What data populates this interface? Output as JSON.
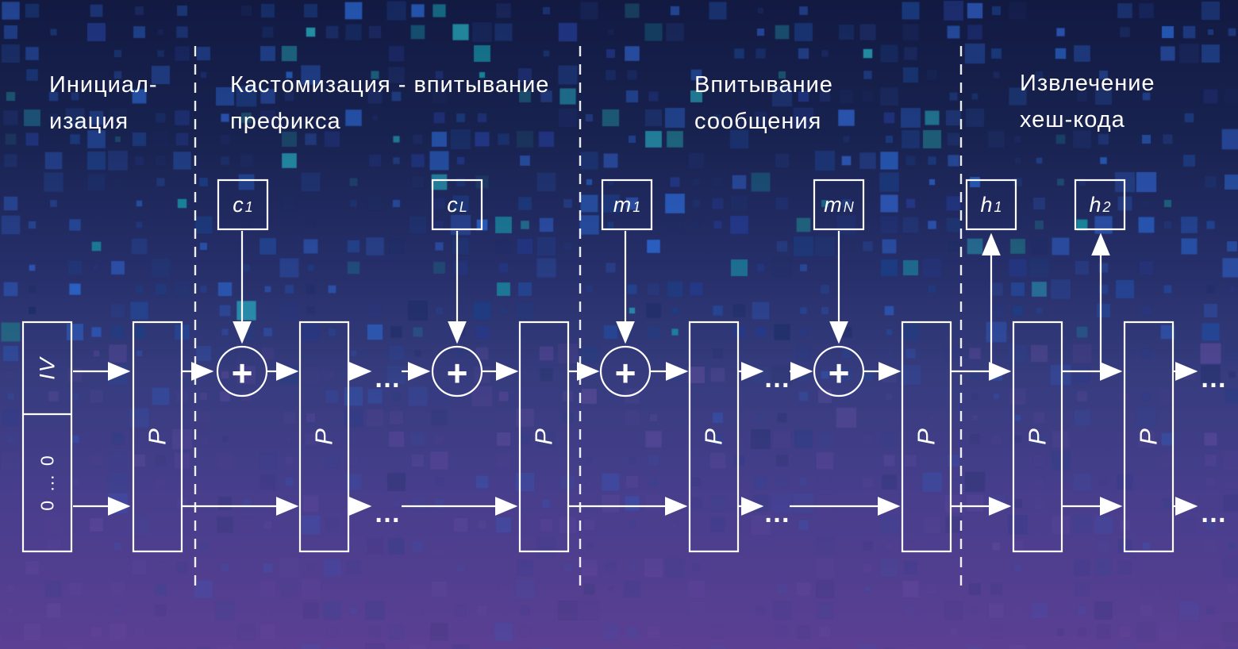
{
  "background": {
    "gradient": [
      "#121a42",
      "#18224f",
      "#252e68",
      "#363c7e",
      "#473e8c",
      "#5b3f92"
    ],
    "squares": {
      "blues": [
        "#1d2d66",
        "#234a9c",
        "#2e5fc4",
        "#1b3f86",
        "#233a8f",
        "#2b6bd6"
      ],
      "teals": [
        "#1f7386",
        "#1899aa",
        "#27b0c0"
      ],
      "purples": [
        "#6d4fa8",
        "#7b5ab2",
        "#55408f"
      ]
    }
  },
  "sections": [
    {
      "id": "initialization",
      "lines": [
        "Инициал-",
        "изация"
      ]
    },
    {
      "id": "customization",
      "lines": [
        "Кастомизация - впитывание",
        "префикса"
      ]
    },
    {
      "id": "message-absorb",
      "lines": [
        "Впитывание",
        "сообщения"
      ]
    },
    {
      "id": "hash-extract",
      "lines": [
        "Извлечение",
        "хеш-кода"
      ]
    }
  ],
  "diagram": {
    "iv_label": "IV",
    "zeros_label": "0 … 0",
    "permutation_label": "P",
    "xor_symbol": "+",
    "ellipsis": "…",
    "inputs": [
      {
        "id": "c1",
        "main": "c",
        "sub": "1"
      },
      {
        "id": "cL",
        "main": "c",
        "sub": "L"
      },
      {
        "id": "m1",
        "main": "m",
        "sub": "1"
      },
      {
        "id": "mN",
        "main": "m",
        "sub": "N"
      }
    ],
    "outputs": [
      {
        "id": "h1",
        "main": "h",
        "sub": "1"
      },
      {
        "id": "h2",
        "main": "h",
        "sub": "2"
      }
    ],
    "line_color": "#ffffff"
  }
}
